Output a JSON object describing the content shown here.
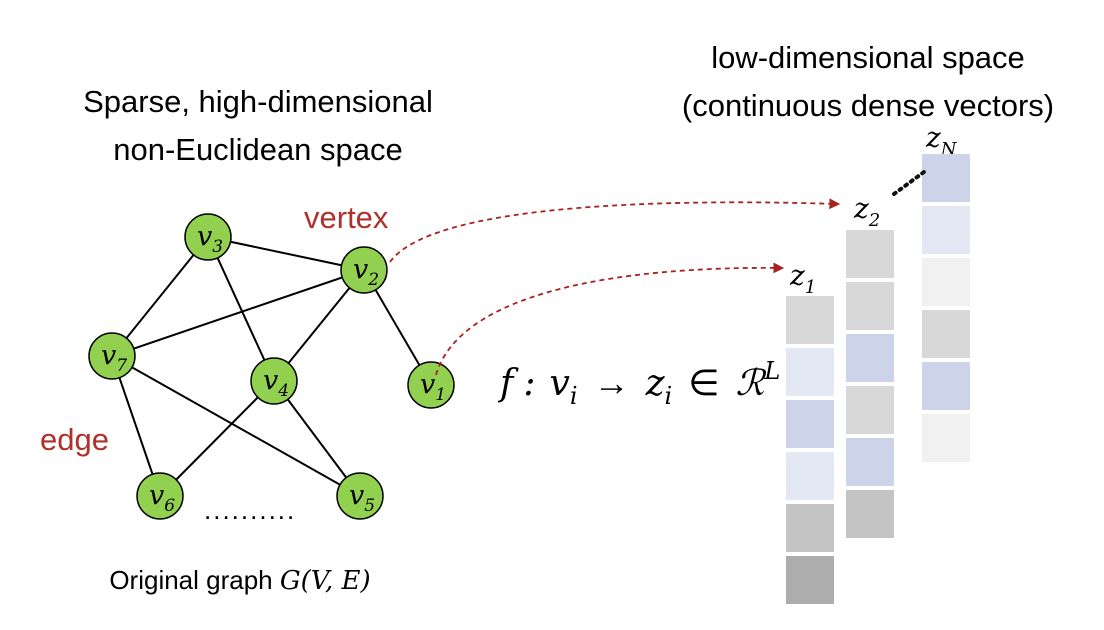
{
  "headings": {
    "left_line1": "Sparse, high-dimensional",
    "left_line2": "non-Euclidean space",
    "right_line1": "low-dimensional space",
    "right_line2": "(continuous dense vectors)"
  },
  "labels": {
    "vertex": "vertex",
    "edge": "edge",
    "ellipsis": "..........",
    "caption_prefix": "Original graph ",
    "caption_math": "G(V, E)"
  },
  "mapping": {
    "f": "f",
    "colon": ":",
    "v": "v",
    "i": "i",
    "arrow": "→",
    "z": "z",
    "in": "∈",
    "R": "ℛ",
    "L": "L"
  },
  "nodes": [
    {
      "id": "v1",
      "base": "v",
      "sub": "1"
    },
    {
      "id": "v2",
      "base": "v",
      "sub": "2"
    },
    {
      "id": "v3",
      "base": "v",
      "sub": "3"
    },
    {
      "id": "v4",
      "base": "v",
      "sub": "4"
    },
    {
      "id": "v5",
      "base": "v",
      "sub": "5"
    },
    {
      "id": "v6",
      "base": "v",
      "sub": "6"
    },
    {
      "id": "v7",
      "base": "v",
      "sub": "7"
    }
  ],
  "edges": [
    [
      "v3",
      "v2"
    ],
    [
      "v3",
      "v7"
    ],
    [
      "v3",
      "v4"
    ],
    [
      "v2",
      "v7"
    ],
    [
      "v2",
      "v4"
    ],
    [
      "v2",
      "v1"
    ],
    [
      "v7",
      "v6"
    ],
    [
      "v7",
      "v5"
    ],
    [
      "v4",
      "v6"
    ],
    [
      "v4",
      "v5"
    ]
  ],
  "vectors": [
    {
      "name": "z1",
      "base": "z",
      "sub": "1"
    },
    {
      "name": "z2",
      "base": "z",
      "sub": "2"
    },
    {
      "name": "zN",
      "base": "z",
      "sub": "N"
    }
  ],
  "colors": {
    "node_fill": "#92d050",
    "node_stroke": "#000000",
    "accent_red": "#b0302c",
    "arrow_red": "#a8221f",
    "edge_line": "#000000",
    "cell_light_gray": "#f1f1f1",
    "cell_gray": "#d8d8d8",
    "cell_mid_gray": "#c4c4c4",
    "cell_dark_gray": "#adadad",
    "cell_light_blue": "#e4e8f4",
    "cell_blue": "#cdd4ea"
  }
}
